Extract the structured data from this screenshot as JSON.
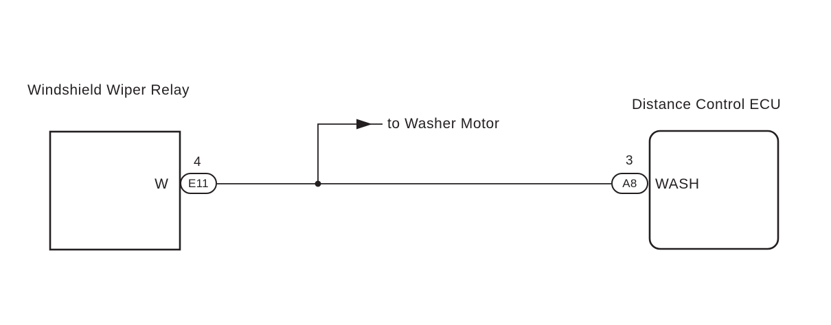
{
  "components": {
    "left": {
      "name": "Windshield Wiper Relay",
      "terminal": "W",
      "connector": "E11",
      "pin": "4"
    },
    "right": {
      "name": "Distance Control ECU",
      "terminal": "WASH",
      "connector": "A8",
      "pin": "3"
    }
  },
  "branch": {
    "label": "to Washer Motor",
    "arrow_icon": "right-arrowhead"
  },
  "colors": {
    "line": "#231f20",
    "background": "#ffffff"
  }
}
